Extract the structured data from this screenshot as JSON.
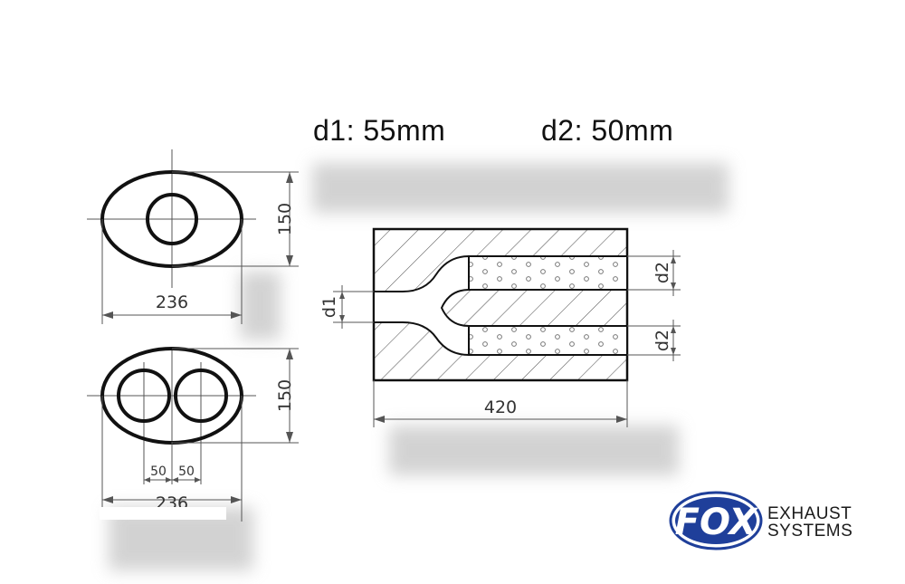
{
  "header": {
    "d1_label": "d1: 55mm",
    "d2_label": "d2: 50mm"
  },
  "front_view_single": {
    "height_label": "150",
    "width_label": "236"
  },
  "front_view_dual": {
    "height_label": "150",
    "offset_left_label": "50",
    "offset_right_label": "50",
    "width_label": "236"
  },
  "side_section": {
    "length_label": "420",
    "inlet_label": "d1",
    "outlet_top_label": "d2",
    "outlet_bottom_label": "d2"
  },
  "logo": {
    "mark": "FOX",
    "line1": "EXHAUST",
    "line2": "SYSTEMS",
    "colors": {
      "blue": "#1f3f9a",
      "text": "#1a1a1a"
    }
  }
}
